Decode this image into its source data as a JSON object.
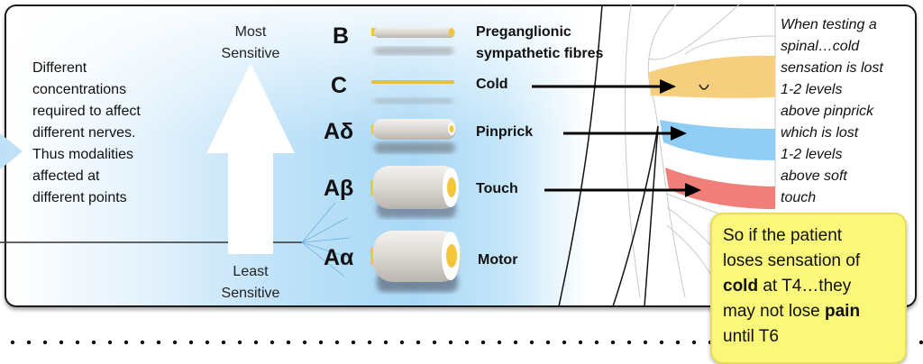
{
  "intro_lines": [
    "Different",
    "concentrations",
    "required to affect",
    "different nerves.",
    "Thus modalities",
    "affected at",
    "different points"
  ],
  "sensitivity": {
    "most": [
      "Most",
      "Sensitive"
    ],
    "least": [
      "Least",
      "Sensitive"
    ]
  },
  "fibres": [
    {
      "type": "B",
      "modality": "Preganglionic",
      "modality2": "sympathetic fibres"
    },
    {
      "type": "C",
      "modality": "Cold"
    },
    {
      "type": "Aδ",
      "modality": "Pinprick"
    },
    {
      "type": "Aβ",
      "modality": "Touch"
    },
    {
      "type": "Aα",
      "modality": "Motor"
    }
  ],
  "note_lines": [
    "When testing a",
    "spinal…cold",
    "sensation is lost",
    "1-2 levels",
    "above pinprick",
    "which is lost",
    "1-2 levels",
    "above soft",
    "touch"
  ],
  "callout": {
    "l1": "So if the patient",
    "l2": "loses sensation of",
    "l3_bold": "cold",
    "l3_rest": " at T4…they",
    "l4_start": "may not lose ",
    "l4_bold": "pain",
    "l5": "until T6"
  },
  "colors": {
    "cold": "#f5cf7e",
    "pinprick": "#8fcdf4",
    "touch": "#ef7f78",
    "callout": "#fbf77a",
    "myelin": "#f2c53a"
  }
}
